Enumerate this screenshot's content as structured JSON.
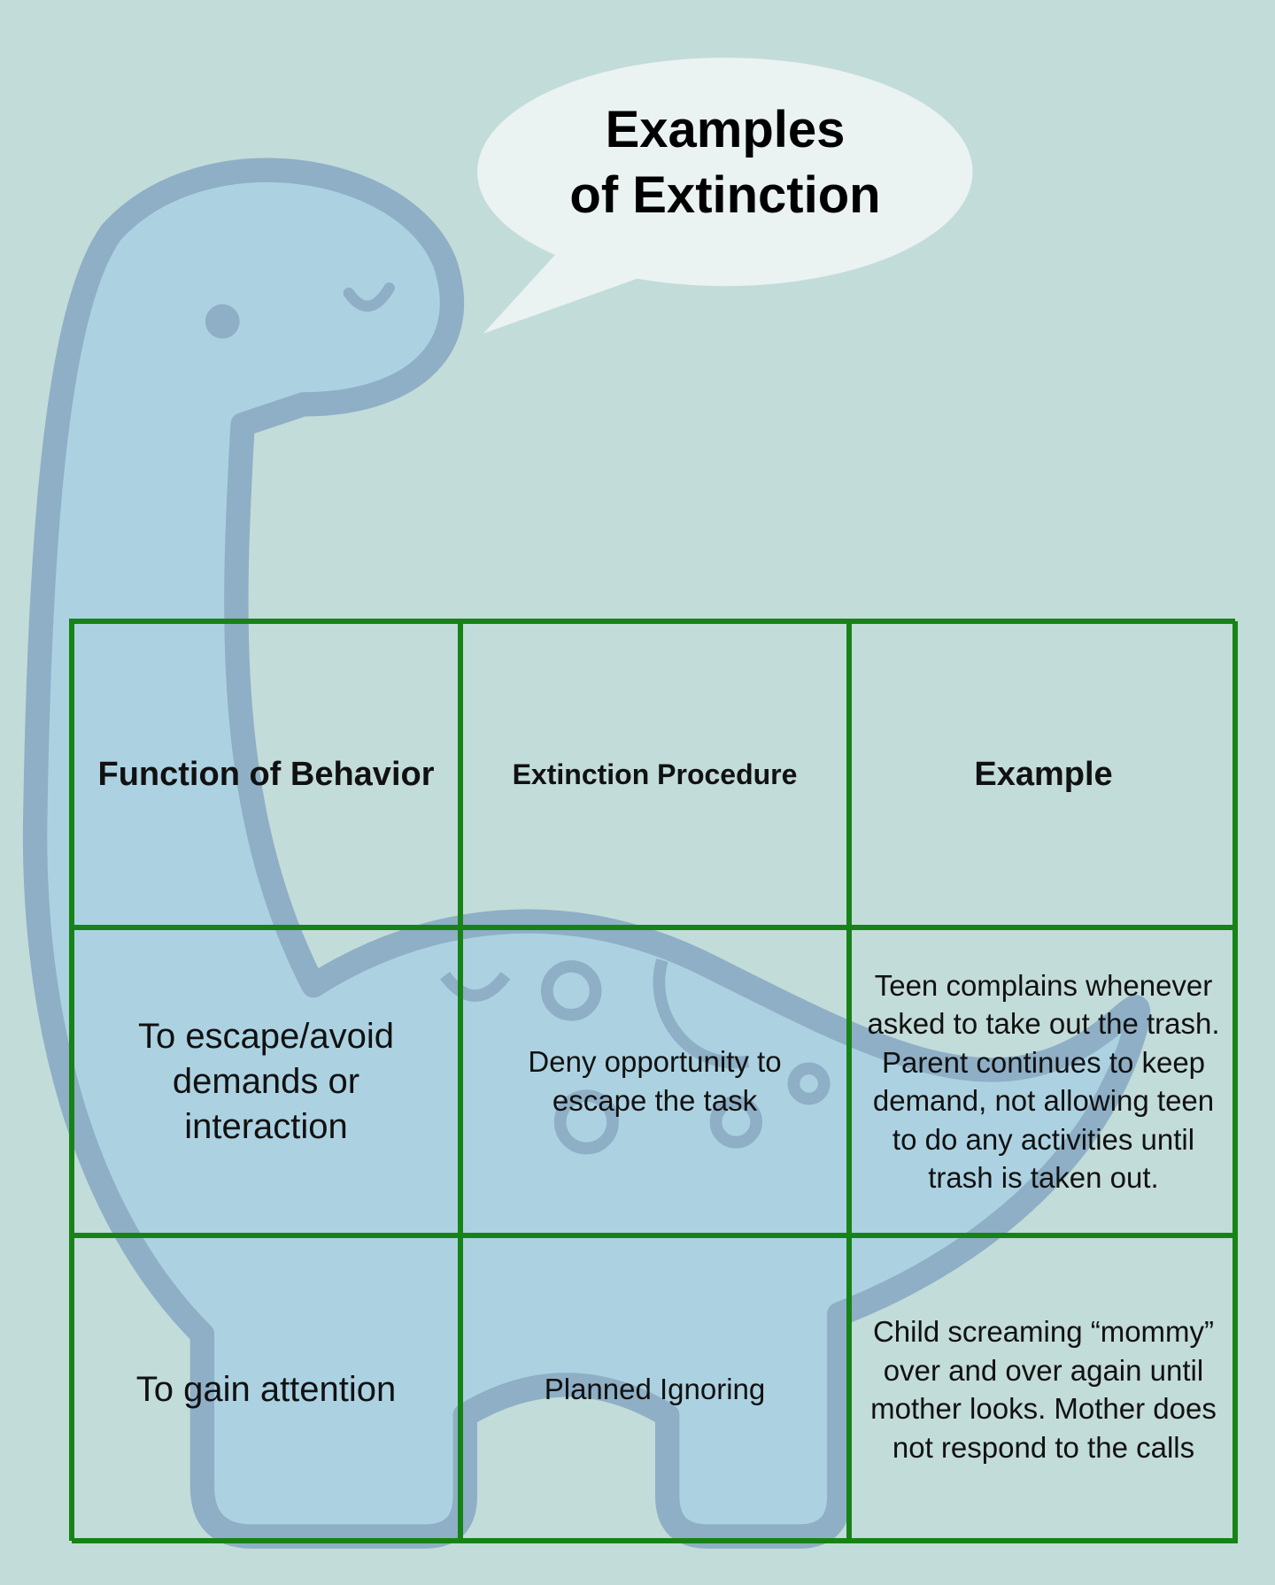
{
  "title": {
    "line1": "Examples",
    "line2": "of Extinction"
  },
  "colors": {
    "background": "#c2dcd9",
    "dino_fill": "#acd2e2",
    "dino_outline": "#8eafc6",
    "table_border": "#178317",
    "bubble": "#eaf2f2"
  },
  "table": {
    "headers": [
      "Function of Behavior",
      "Extinction Procedure",
      "Example"
    ],
    "rows": [
      [
        "To escape/avoid demands or interaction",
        "Deny opportunity to escape the task",
        "Teen complains whenever asked to take out the trash. Parent continues to keep demand, not allowing teen to do any activities until trash is taken out."
      ],
      [
        "To gain attention",
        "Planned Ignoring",
        "Child screaming “mommy” over and over again until mother looks. Mother does not respond to the calls"
      ]
    ]
  }
}
